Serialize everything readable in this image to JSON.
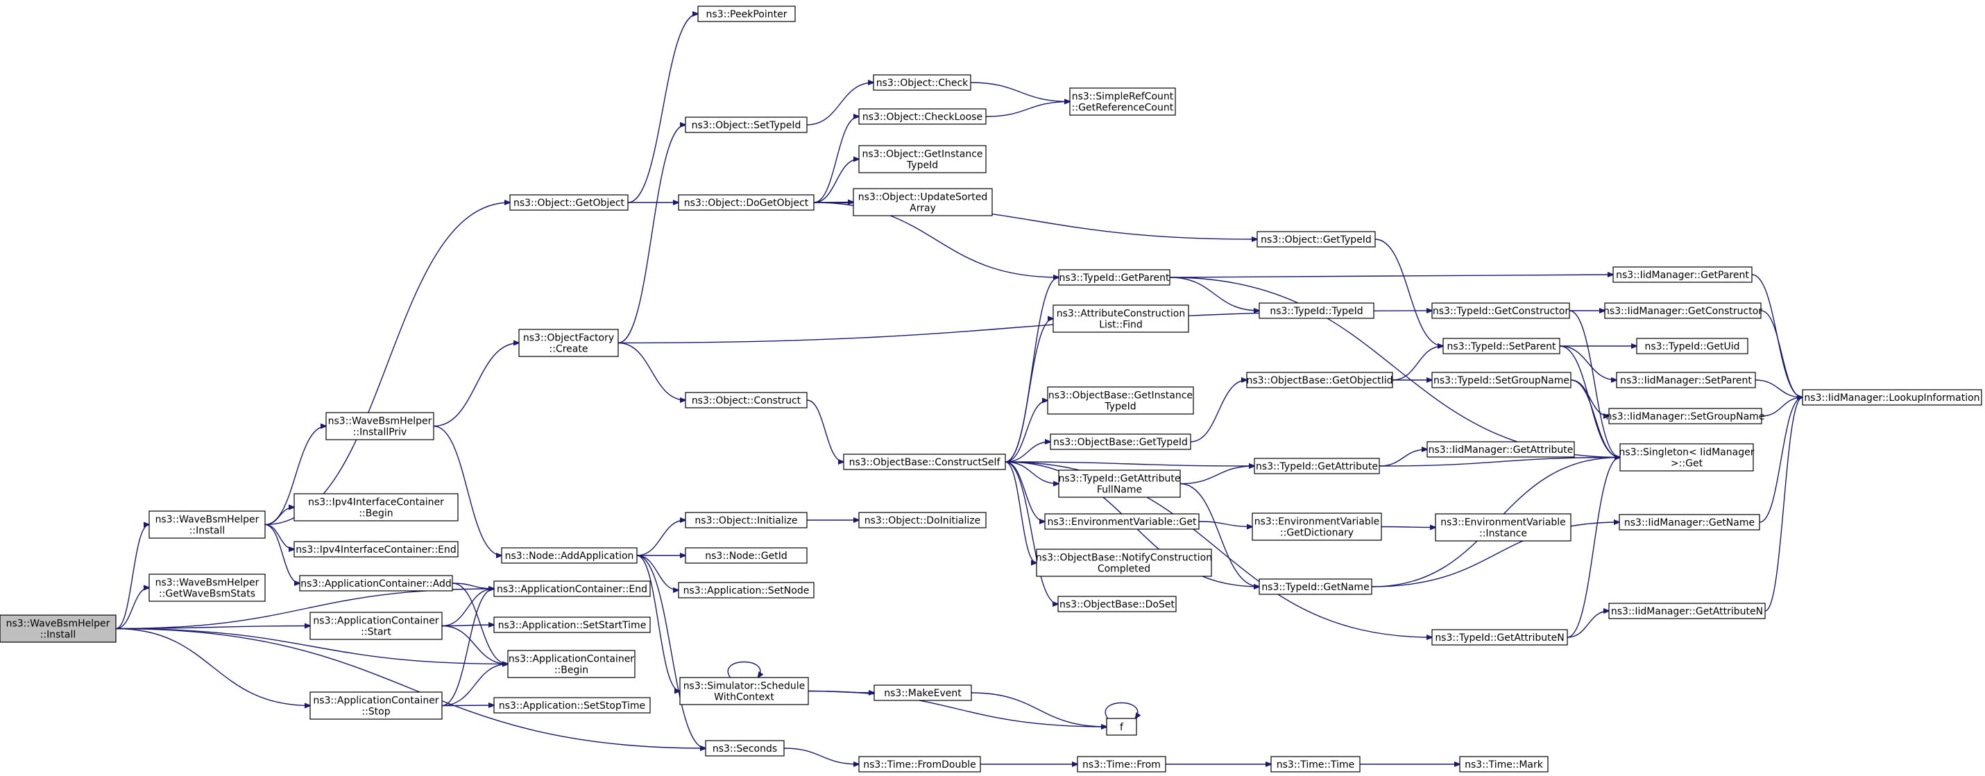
{
  "title": "",
  "colors": {
    "edge": "#191970",
    "root_fill": "#bfbfbf",
    "node_fill": "#ffffff",
    "node_stroke": "#000000"
  },
  "nodes": [
    {
      "id": "root",
      "lines": [
        "ns3::WaveBsmHelper",
        "::Install"
      ]
    },
    {
      "id": "wbh_install",
      "lines": [
        "ns3::WaveBsmHelper",
        "::Install"
      ]
    },
    {
      "id": "wbh_getstats",
      "lines": [
        "ns3::WaveBsmHelper",
        "::GetWaveBsmStats"
      ]
    },
    {
      "id": "ac_start",
      "lines": [
        "ns3::ApplicationContainer",
        "::Start"
      ]
    },
    {
      "id": "ac_stop",
      "lines": [
        "ns3::ApplicationContainer",
        "::Stop"
      ]
    },
    {
      "id": "ac_add",
      "lines": [
        "ns3::ApplicationContainer::Add"
      ]
    },
    {
      "id": "ipv4_end",
      "lines": [
        "ns3::Ipv4InterfaceContainer::End"
      ]
    },
    {
      "id": "ipv4_begin",
      "lines": [
        "ns3::Ipv4InterfaceContainer",
        "::Begin"
      ]
    },
    {
      "id": "wbh_installpriv",
      "lines": [
        "ns3::WaveBsmHelper",
        "::InstallPriv"
      ]
    },
    {
      "id": "ac_end",
      "lines": [
        "ns3::ApplicationContainer::End"
      ]
    },
    {
      "id": "app_setstart",
      "lines": [
        "ns3::Application::SetStartTime"
      ]
    },
    {
      "id": "ac_begin",
      "lines": [
        "ns3::ApplicationContainer",
        "::Begin"
      ]
    },
    {
      "id": "app_setstop",
      "lines": [
        "ns3::Application::SetStopTime"
      ]
    },
    {
      "id": "node_addapp",
      "lines": [
        "ns3::Node::AddApplication"
      ]
    },
    {
      "id": "objfactory_create",
      "lines": [
        "ns3::ObjectFactory",
        "::Create"
      ]
    },
    {
      "id": "obj_getobject",
      "lines": [
        "ns3::Object::GetObject"
      ]
    },
    {
      "id": "peekpointer",
      "lines": [
        "ns3::PeekPointer"
      ]
    },
    {
      "id": "obj_settypeid",
      "lines": [
        "ns3::Object::SetTypeId"
      ]
    },
    {
      "id": "obj_dogetobject",
      "lines": [
        "ns3::Object::DoGetObject"
      ]
    },
    {
      "id": "obj_construct",
      "lines": [
        "ns3::Object::Construct"
      ]
    },
    {
      "id": "obj_initialize",
      "lines": [
        "ns3::Object::Initialize"
      ]
    },
    {
      "id": "node_getid",
      "lines": [
        "ns3::Node::GetId"
      ]
    },
    {
      "id": "app_setnode",
      "lines": [
        "ns3::Application::SetNode"
      ]
    },
    {
      "id": "sim_schedule",
      "lines": [
        "ns3::Simulator::Schedule",
        "WithContext"
      ]
    },
    {
      "id": "seconds",
      "lines": [
        "ns3::Seconds"
      ]
    },
    {
      "id": "obj_check",
      "lines": [
        "ns3::Object::Check"
      ]
    },
    {
      "id": "obj_checkloose",
      "lines": [
        "ns3::Object::CheckLoose"
      ]
    },
    {
      "id": "obj_getinstancetypeid",
      "lines": [
        "ns3::Object::GetInstance",
        "TypeId"
      ]
    },
    {
      "id": "obj_updatesorted",
      "lines": [
        "ns3::Object::UpdateSorted",
        "Array"
      ]
    },
    {
      "id": "obj_doinitialize",
      "lines": [
        "ns3::Object::DoInitialize"
      ]
    },
    {
      "id": "makeevent",
      "lines": [
        "ns3::MakeEvent"
      ]
    },
    {
      "id": "time_fromdouble",
      "lines": [
        "ns3::Time::FromDouble"
      ]
    },
    {
      "id": "simplerefcount",
      "lines": [
        "ns3::SimpleRefCount",
        "::GetReferenceCount"
      ]
    },
    {
      "id": "objbase_constructself",
      "lines": [
        "ns3::ObjectBase::ConstructSelf"
      ]
    },
    {
      "id": "typeid_getparent",
      "lines": [
        "ns3::TypeId::GetParent"
      ]
    },
    {
      "id": "attrconstrlist_find",
      "lines": [
        "ns3::AttributeConstruction",
        "List::Find"
      ]
    },
    {
      "id": "objbase_getinstancetypeid",
      "lines": [
        "ns3::ObjectBase::GetInstance",
        "TypeId"
      ]
    },
    {
      "id": "objbase_gettypeid",
      "lines": [
        "ns3::ObjectBase::GetTypeId"
      ]
    },
    {
      "id": "typeid_getattrfullname",
      "lines": [
        "ns3::TypeId::GetAttribute",
        "FullName"
      ]
    },
    {
      "id": "envvar_get",
      "lines": [
        "ns3::EnvironmentVariable::Get"
      ]
    },
    {
      "id": "objbase_notify",
      "lines": [
        "ns3::ObjectBase::NotifyConstruction",
        "Completed"
      ]
    },
    {
      "id": "objbase_doset",
      "lines": [
        "ns3::ObjectBase::DoSet"
      ]
    },
    {
      "id": "f",
      "lines": [
        "f"
      ]
    },
    {
      "id": "time_from",
      "lines": [
        "ns3::Time::From"
      ]
    },
    {
      "id": "obj_gettypeid",
      "lines": [
        "ns3::Object::GetTypeId"
      ]
    },
    {
      "id": "typeid_typeid",
      "lines": [
        "ns3::TypeId::TypeId"
      ]
    },
    {
      "id": "objbase_getobjectiid",
      "lines": [
        "ns3::ObjectBase::GetObjectIid"
      ]
    },
    {
      "id": "typeid_getattribute",
      "lines": [
        "ns3::TypeId::GetAttribute"
      ]
    },
    {
      "id": "envvar_getdict",
      "lines": [
        "ns3::EnvironmentVariable",
        "::GetDictionary"
      ]
    },
    {
      "id": "typeid_getname",
      "lines": [
        "ns3::TypeId::GetName"
      ]
    },
    {
      "id": "typeid_getattributen",
      "lines": [
        "ns3::TypeId::GetAttributeN"
      ]
    },
    {
      "id": "time_time",
      "lines": [
        "ns3::Time::Time"
      ]
    },
    {
      "id": "typeid_getconstructor",
      "lines": [
        "ns3::TypeId::GetConstructor"
      ]
    },
    {
      "id": "typeid_setparent",
      "lines": [
        "ns3::TypeId::SetParent"
      ]
    },
    {
      "id": "typeid_setgroupname",
      "lines": [
        "ns3::TypeId::SetGroupName"
      ]
    },
    {
      "id": "iidmgr_getattribute",
      "lines": [
        "ns3::IidManager::GetAttribute"
      ]
    },
    {
      "id": "envvar_instance",
      "lines": [
        "ns3::EnvironmentVariable",
        "::Instance"
      ]
    },
    {
      "id": "time_mark",
      "lines": [
        "ns3::Time::Mark"
      ]
    },
    {
      "id": "iidmgr_getparent",
      "lines": [
        "ns3::IidManager::GetParent"
      ]
    },
    {
      "id": "iidmgr_getconstructor",
      "lines": [
        "ns3::IidManager::GetConstructor"
      ]
    },
    {
      "id": "typeid_getuid",
      "lines": [
        "ns3::TypeId::GetUid"
      ]
    },
    {
      "id": "iidmgr_setparent",
      "lines": [
        "ns3::IidManager::SetParent"
      ]
    },
    {
      "id": "iidmgr_setgroupname",
      "lines": [
        "ns3::IidManager::SetGroupName"
      ]
    },
    {
      "id": "singleton_get",
      "lines": [
        "ns3::Singleton< IidManager",
        "  >::Get"
      ]
    },
    {
      "id": "iidmgr_getname",
      "lines": [
        "ns3::IidManager::GetName"
      ]
    },
    {
      "id": "iidmgr_getattributen",
      "lines": [
        "ns3::IidManager::GetAttributeN"
      ]
    },
    {
      "id": "iidmgr_lookup",
      "lines": [
        "ns3::IidManager::LookupInformation"
      ]
    }
  ],
  "edges": [
    [
      "root",
      "wbh_install"
    ],
    [
      "root",
      "wbh_getstats"
    ],
    [
      "root",
      "ac_start"
    ],
    [
      "root",
      "ac_stop"
    ],
    [
      "root",
      "ac_begin"
    ],
    [
      "root",
      "ac_end"
    ],
    [
      "root",
      "seconds"
    ],
    [
      "wbh_install",
      "obj_getobject"
    ],
    [
      "wbh_install",
      "ipv4_begin"
    ],
    [
      "wbh_install",
      "ipv4_end"
    ],
    [
      "wbh_install",
      "ac_add"
    ],
    [
      "wbh_install",
      "wbh_installpriv"
    ],
    [
      "ac_add",
      "ac_end"
    ],
    [
      "ac_add",
      "ac_begin"
    ],
    [
      "ac_start",
      "ac_end"
    ],
    [
      "ac_start",
      "app_setstart"
    ],
    [
      "ac_start",
      "ac_begin"
    ],
    [
      "ac_stop",
      "ac_end"
    ],
    [
      "ac_stop",
      "ac_begin"
    ],
    [
      "ac_stop",
      "app_setstop"
    ],
    [
      "wbh_installpriv",
      "objfactory_create"
    ],
    [
      "wbh_installpriv",
      "node_addapp"
    ],
    [
      "objfactory_create",
      "obj_settypeid"
    ],
    [
      "objfactory_create",
      "typeid_getconstructor"
    ],
    [
      "objfactory_create",
      "obj_construct"
    ],
    [
      "obj_getobject",
      "peekpointer"
    ],
    [
      "obj_getobject",
      "obj_dogetobject"
    ],
    [
      "obj_settypeid",
      "obj_check"
    ],
    [
      "obj_dogetobject",
      "obj_checkloose"
    ],
    [
      "obj_dogetobject",
      "obj_getinstancetypeid"
    ],
    [
      "obj_dogetobject",
      "obj_updatesorted"
    ],
    [
      "obj_dogetobject",
      "obj_gettypeid"
    ],
    [
      "obj_dogetobject",
      "typeid_getparent"
    ],
    [
      "obj_check",
      "simplerefcount"
    ],
    [
      "obj_checkloose",
      "simplerefcount"
    ],
    [
      "obj_construct",
      "objbase_constructself"
    ],
    [
      "node_addapp",
      "obj_initialize"
    ],
    [
      "node_addapp",
      "node_getid"
    ],
    [
      "node_addapp",
      "app_setnode"
    ],
    [
      "node_addapp",
      "sim_schedule"
    ],
    [
      "node_addapp",
      "seconds"
    ],
    [
      "obj_initialize",
      "obj_doinitialize"
    ],
    [
      "sim_schedule",
      "sim_schedule"
    ],
    [
      "sim_schedule",
      "makeevent"
    ],
    [
      "sim_schedule",
      "f"
    ],
    [
      "makeevent",
      "f"
    ],
    [
      "f",
      "f"
    ],
    [
      "seconds",
      "time_fromdouble"
    ],
    [
      "time_fromdouble",
      "time_from"
    ],
    [
      "time_from",
      "time_time"
    ],
    [
      "time_time",
      "time_mark"
    ],
    [
      "objbase_constructself",
      "typeid_getparent"
    ],
    [
      "objbase_constructself",
      "attrconstrlist_find"
    ],
    [
      "objbase_constructself",
      "objbase_getinstancetypeid"
    ],
    [
      "objbase_constructself",
      "objbase_gettypeid"
    ],
    [
      "objbase_constructself",
      "typeid_getattrfullname"
    ],
    [
      "objbase_constructself",
      "envvar_get"
    ],
    [
      "objbase_constructself",
      "objbase_notify"
    ],
    [
      "objbase_constructself",
      "objbase_doset"
    ],
    [
      "objbase_constructself",
      "typeid_getname"
    ],
    [
      "objbase_constructself",
      "typeid_getattributen"
    ],
    [
      "objbase_constructself",
      "typeid_getattribute"
    ],
    [
      "obj_gettypeid",
      "typeid_setparent"
    ],
    [
      "typeid_getparent",
      "typeid_typeid"
    ],
    [
      "typeid_getparent",
      "iidmgr_getparent"
    ],
    [
      "typeid_getparent",
      "singleton_get"
    ],
    [
      "objbase_gettypeid",
      "objbase_getobjectiid"
    ],
    [
      "objbase_getobjectiid",
      "typeid_setparent"
    ],
    [
      "objbase_getobjectiid",
      "typeid_setgroupname"
    ],
    [
      "typeid_getattrfullname",
      "typeid_getattribute"
    ],
    [
      "typeid_getattrfullname",
      "typeid_getname"
    ],
    [
      "envvar_get",
      "envvar_getdict"
    ],
    [
      "envvar_getdict",
      "envvar_instance"
    ],
    [
      "typeid_getattribute",
      "iidmgr_getattribute"
    ],
    [
      "typeid_getattribute",
      "singleton_get"
    ],
    [
      "typeid_getname",
      "singleton_get"
    ],
    [
      "typeid_getname",
      "iidmgr_getname"
    ],
    [
      "typeid_getattributen",
      "singleton_get"
    ],
    [
      "typeid_getattributen",
      "iidmgr_getattributen"
    ],
    [
      "typeid_getconstructor",
      "iidmgr_getconstructor"
    ],
    [
      "typeid_getconstructor",
      "singleton_get"
    ],
    [
      "typeid_setparent",
      "typeid_getuid"
    ],
    [
      "typeid_setparent",
      "iidmgr_setparent"
    ],
    [
      "typeid_setparent",
      "singleton_get"
    ],
    [
      "typeid_setgroupname",
      "iidmgr_setgroupname"
    ],
    [
      "typeid_setgroupname",
      "singleton_get"
    ],
    [
      "iidmgr_getparent",
      "iidmgr_lookup"
    ],
    [
      "iidmgr_getconstructor",
      "iidmgr_lookup"
    ],
    [
      "iidmgr_setparent",
      "iidmgr_lookup"
    ],
    [
      "iidmgr_setgroupname",
      "iidmgr_lookup"
    ],
    [
      "iidmgr_getname",
      "iidmgr_lookup"
    ],
    [
      "iidmgr_getattributen",
      "iidmgr_lookup"
    ]
  ]
}
